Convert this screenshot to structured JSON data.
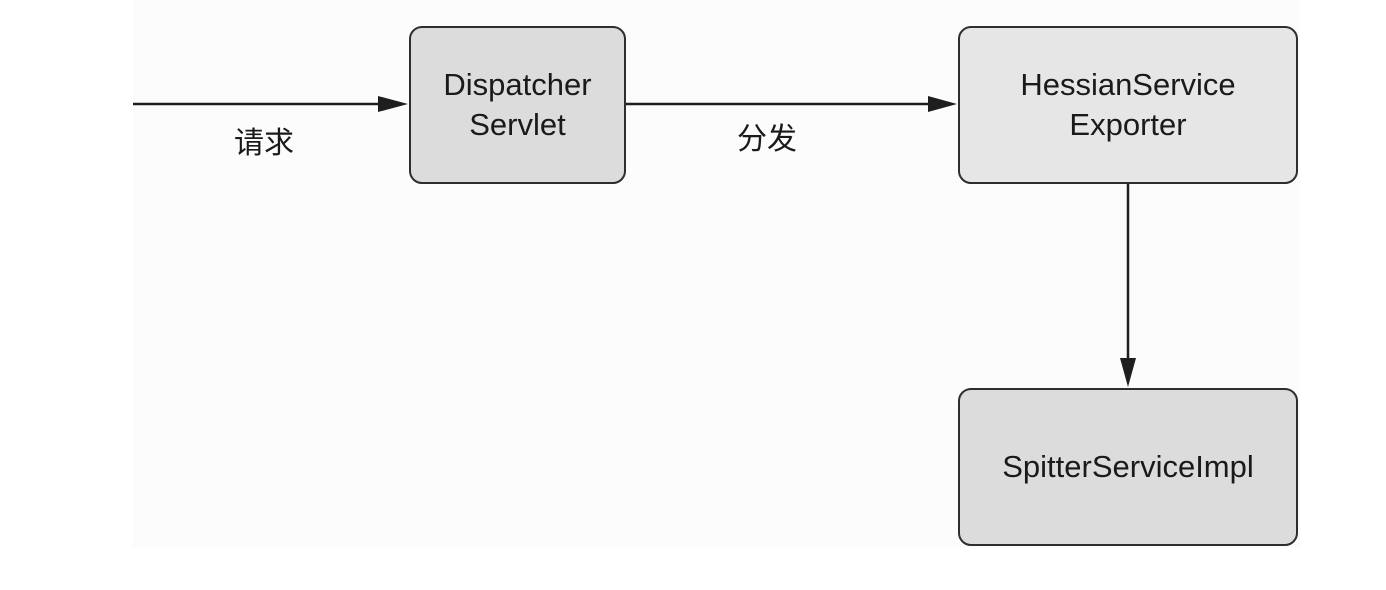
{
  "nodes": {
    "dispatcher": {
      "label": "Dispatcher\nServlet"
    },
    "exporter": {
      "label": "HessianService\nExporter"
    },
    "impl": {
      "label": "SpitterServiceImpl"
    }
  },
  "edges": {
    "request": {
      "label": "请求"
    },
    "dispatch": {
      "label": "分发"
    }
  },
  "colors": {
    "node_fill": "#dcdcdc",
    "node_fill_light": "#e6e6e6",
    "stroke": "#1e1e1e",
    "background": "#fcfcfc"
  }
}
